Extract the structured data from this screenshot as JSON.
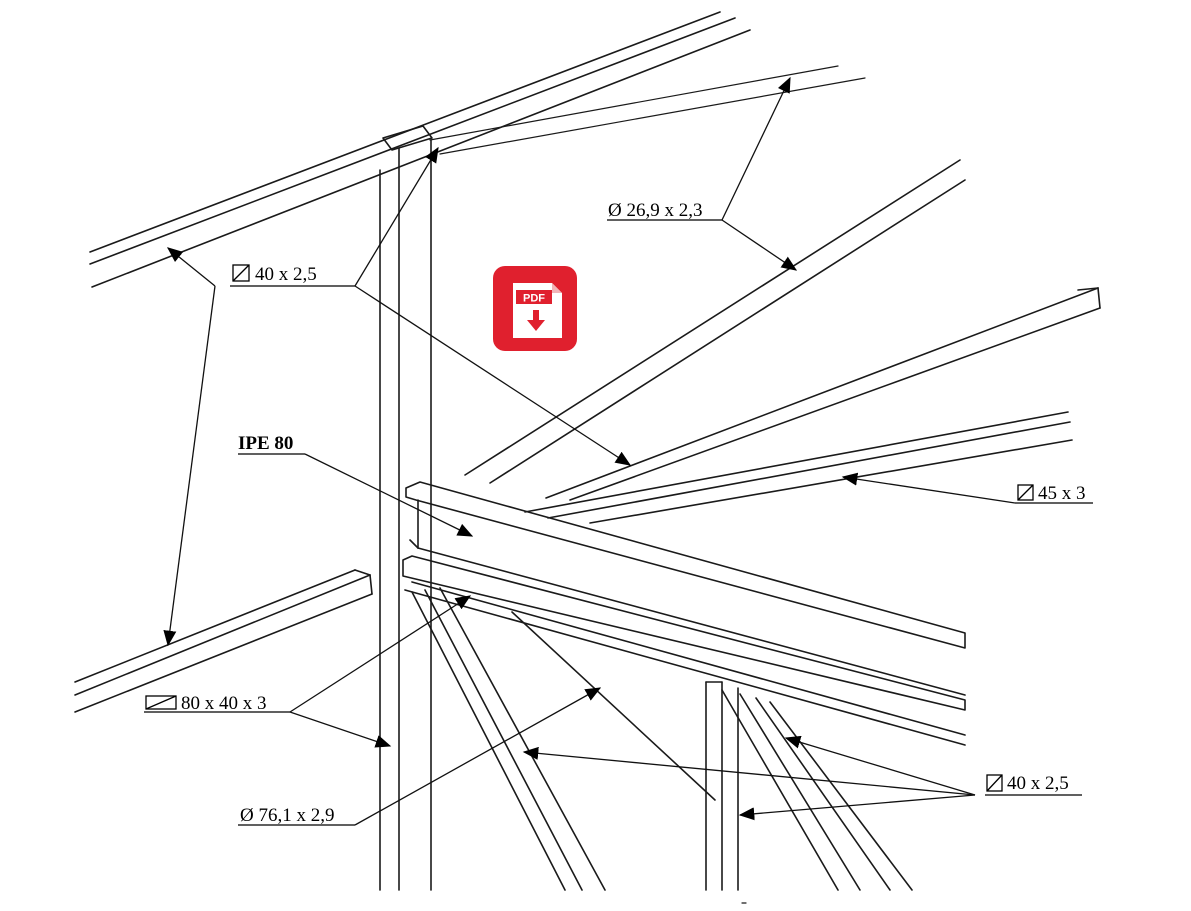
{
  "labels": {
    "top_left_section": "40 x 2,5",
    "top_right_tube": "Ø 26,9 x 2,3",
    "ipe": "IPE 80",
    "right_section": "45 x 3",
    "rect_hollow": "80 x 40 x 3",
    "round_tube": "Ø 76,1 x 2,9",
    "bottom_right_section": "40 x 2,5"
  },
  "pdf_button": {
    "text": "PDF",
    "color": "#e0202e"
  },
  "icons": {
    "square_section_symbol": "square-hollow-section-icon",
    "rect_section_symbol": "rect-hollow-section-icon",
    "pdf": "pdf-download-icon"
  }
}
